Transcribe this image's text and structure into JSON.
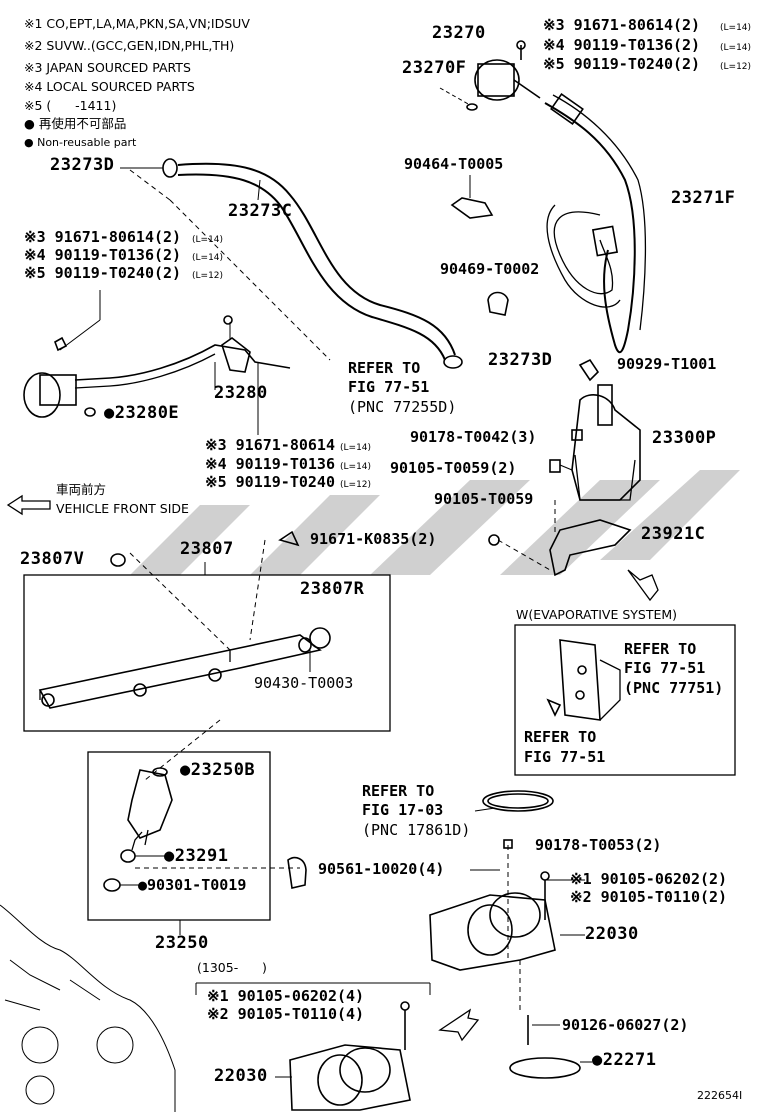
{
  "notes": {
    "n1": "※1 CO,EPT,LA,MA,PKN,SA,VN;IDSUV",
    "n2": "※2 SUVW..(GCC,GEN,IDN,PHL,TH)",
    "n3": "※3 JAPAN SOURCED PARTS",
    "n4": "※4 LOCAL SOURCED PARTS",
    "n5": "※5 (      -1411)",
    "n6": "● 再使用不可部品",
    "n7": "● Non-reusable part"
  },
  "labels": {
    "p23270": "23270",
    "p23270F": "23270F",
    "tr_a": "※3 91671-80614(2)",
    "tr_a_s": "(L=14)",
    "tr_b": "※4 90119-T0136(2)",
    "tr_b_s": "(L=14)",
    "tr_c": "※5 90119-T0240(2)",
    "tr_c_s": "(L=12)",
    "p23273D_a": "23273D",
    "p23273C": "23273C",
    "p90464": "90464-T0005",
    "p23271F": "23271F",
    "ml_a": "※3 91671-80614(2)",
    "ml_a_s": "(L=14)",
    "ml_b": "※4 90119-T0136(2)",
    "ml_b_s": "(L=14)",
    "ml_c": "※5 90119-T0240(2)",
    "ml_c_s": "(L=12)",
    "p90469": "90469-T0002",
    "refer1_a": "REFER TO",
    "refer1_b": "FIG 77-51",
    "refer1_c": "(PNC 77255D)",
    "p23273D_b": "23273D",
    "p90929": "90929-T1001",
    "p23280": "23280",
    "p23280E": "23280E",
    "p90178a": "90178-T0042(3)",
    "p23300P": "23300P",
    "bl_a": "※3 91671-80614",
    "bl_a_s": "(L=14)",
    "bl_b": "※4 90119-T0136",
    "bl_b_s": "(L=14)",
    "bl_c": "※5 90119-T0240",
    "bl_c_s": "(L=12)",
    "p90105a": "90105-T0059(2)",
    "front_jp": "車両前方",
    "front_en": "VEHICLE FRONT SIDE",
    "p90105b": "90105-T0059",
    "p23807V": "23807V",
    "p23807": "23807",
    "p91671K": "91671-K0835(2)",
    "p23921C": "23921C",
    "p23807R": "23807R",
    "w_title": "W(EVAPORATIVE SYSTEM)",
    "w_ref1_a": "REFER TO",
    "w_ref1_b": "FIG 77-51",
    "w_ref1_c": "(PNC 77751)",
    "p90430": "90430-T0003",
    "w_ref2_a": "REFER TO",
    "w_ref2_b": "FIG 77-51",
    "p23250B": "23250B",
    "refer2_a": "REFER TO",
    "refer2_b": "FIG 17-03",
    "refer2_c": "(PNC 17861D)",
    "p90178b": "90178-T0053(2)",
    "p23291": "23291",
    "p90561": "90561-10020(4)",
    "p90301": "90301-T0019",
    "rr_a": "※1 90105-06202(2)",
    "rr_b": "※2 90105-T0110(2)",
    "p23250": "23250",
    "p22030a": "22030",
    "range": "(1305-      )",
    "lb_a": "※1 90105-06202(4)",
    "lb_b": "※2 90105-T0110(4)",
    "p90126": "90126-06027(2)",
    "p22030b": "22030",
    "p22271": "22271",
    "ill_no": "222654I"
  }
}
